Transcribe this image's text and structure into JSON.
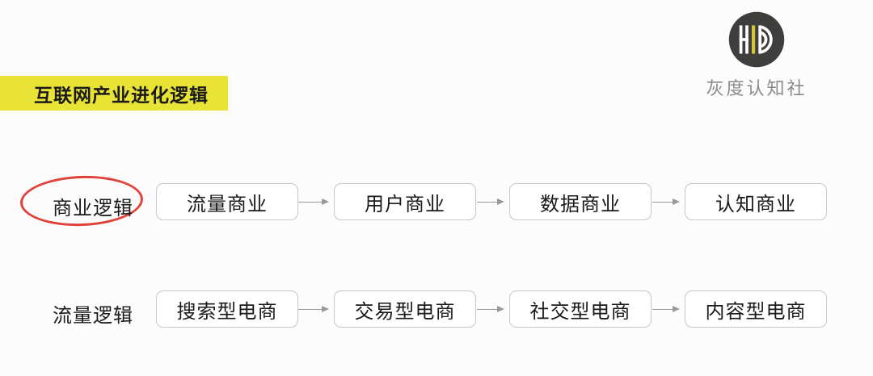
{
  "header": {
    "title": "互联网产业进化逻辑",
    "brand": {
      "name": "灰度认知社",
      "icon": "hd-logo-icon"
    }
  },
  "diagram": {
    "rows": [
      {
        "label": "商业逻辑",
        "annotation": "red-ellipse-highlight",
        "boxes": [
          "流量商业",
          "用户商业",
          "数据商业",
          "认知商业"
        ]
      },
      {
        "label": "流量逻辑",
        "annotation": null,
        "boxes": [
          "搜索型电商",
          "交易型电商",
          "社交型电商",
          "内容型电商"
        ]
      }
    ],
    "connector": "right-arrow"
  },
  "colors": {
    "highlight-yellow": "#E8E334",
    "annotation-red": "#E0413A",
    "logo-dark": "#3E3E3C",
    "logo-yellow": "#D9C637",
    "box-border": "#C6C6C6",
    "arrow-gray": "#999999",
    "text-dark": "#1A1A1A",
    "brand-gray": "#8A8A8A",
    "background": "#FCFCFC"
  }
}
